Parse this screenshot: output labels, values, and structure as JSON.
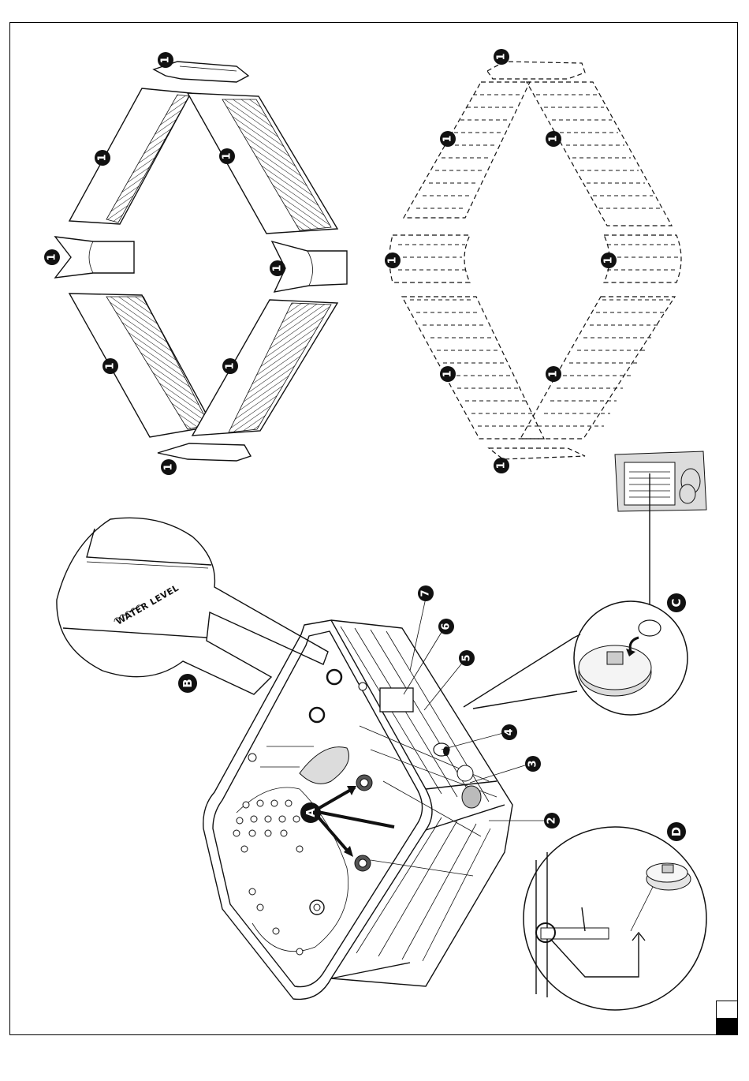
{
  "labels": {
    "part1": "1",
    "part2": "2",
    "part3": "3",
    "part4": "4",
    "part5": "5",
    "part6": "6",
    "part7": "7",
    "letterA": "A",
    "letterB": "B",
    "letterC": "C",
    "letterD": "D"
  },
  "water_level_text": "WATER LEVEL"
}
